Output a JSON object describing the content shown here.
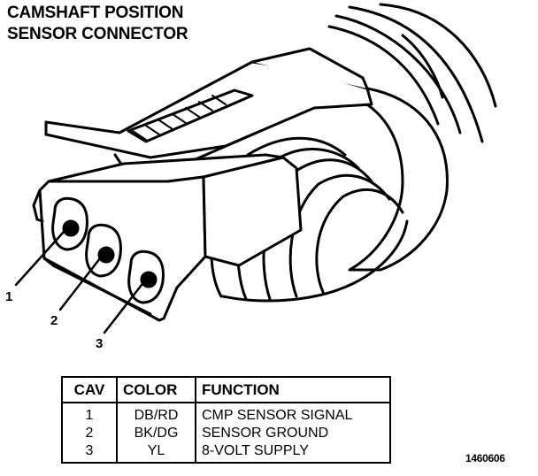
{
  "title": {
    "line1": "CAMSHAFT POSITION",
    "line2": "SENSOR CONNECTOR"
  },
  "pin_labels": [
    "1",
    "2",
    "3"
  ],
  "table": {
    "headers": {
      "cav": "CAV",
      "color": "COLOR",
      "function": "FUNCTION"
    },
    "rows": [
      {
        "cav": "1",
        "color": "DB/RD",
        "function": "CMP SENSOR SIGNAL"
      },
      {
        "cav": "2",
        "color": "BK/DG",
        "function": "SENSOR GROUND"
      },
      {
        "cav": "3",
        "color": "YL",
        "function": "8-VOLT SUPPLY"
      }
    ]
  },
  "figure_number": "1460606",
  "colors": {
    "ink": "#000000",
    "paper": "#ffffff"
  }
}
